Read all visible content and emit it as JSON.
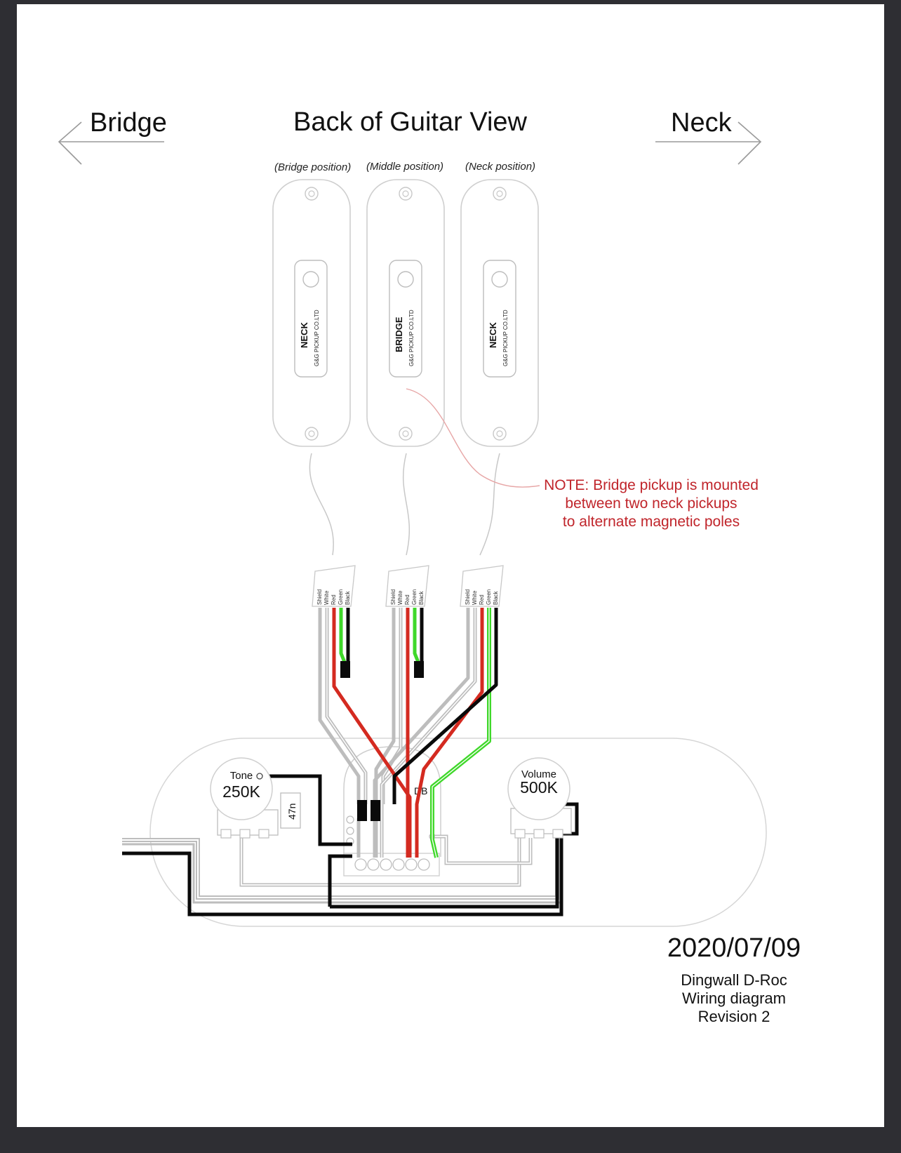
{
  "title": "Back of Guitar View",
  "direction_left": "Bridge",
  "direction_right": "Neck",
  "pickups": [
    {
      "position_label": "(Bridge position)",
      "name": "NECK",
      "maker": "G&G PICKUP CO.LTD"
    },
    {
      "position_label": "(Middle position)",
      "name": "BRIDGE",
      "maker": "G&G PICKUP CO.LTD"
    },
    {
      "position_label": "(Neck position)",
      "name": "NECK",
      "maker": "G&G PICKUP CO.LTD"
    }
  ],
  "wire_labels": [
    "Shield",
    "White",
    "Red",
    "Green",
    "Black"
  ],
  "note_lines": [
    "NOTE: Bridge pickup is mounted",
    "between two neck pickups",
    "to alternate magnetic poles"
  ],
  "tone_pot": {
    "label": "Tone",
    "value": "250K"
  },
  "volume_pot": {
    "label": "Volume",
    "value": "500K"
  },
  "capacitor": "47n",
  "switch_label": "DB",
  "date": "2020/07/09",
  "footer_lines": [
    "Dingwall D-Roc",
    "Wiring diagram",
    "Revision 2"
  ],
  "colors": {
    "note": "#c0252b",
    "red_wire": "#d42a20",
    "green_wire": "#3fd82a",
    "black_wire": "#0a0a0a",
    "shield_wire": "#bdbdbd",
    "outline": "#cfcfcf"
  }
}
